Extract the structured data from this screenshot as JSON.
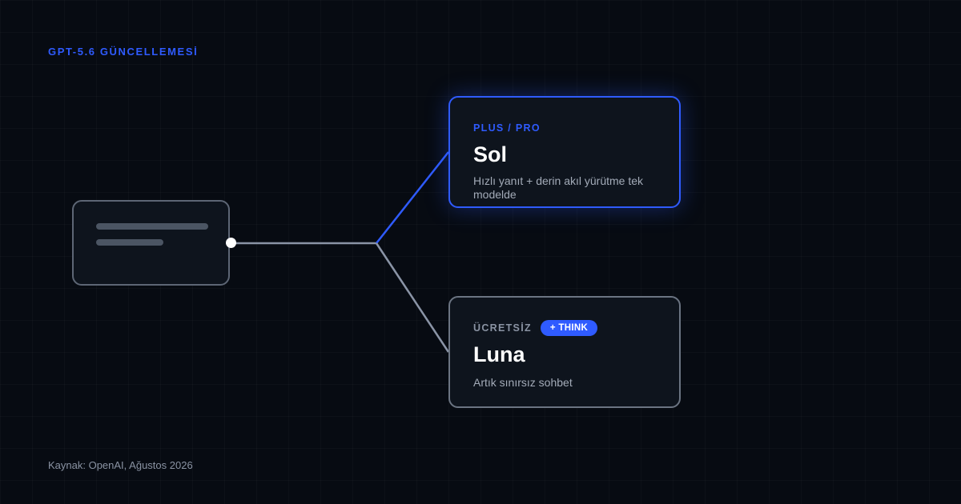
{
  "header": {
    "eyebrow": "GPT-5.6 GÜNCELLEMESİ"
  },
  "diagram": {
    "branches": [
      {
        "id": "sol",
        "tier": "PLUS / PRO",
        "badge": "",
        "model": "Sol",
        "description": "Hızlı yanıt + derin akıl yürütme tek modelde",
        "highlighted": true
      },
      {
        "id": "luna",
        "tier": "ÜCRETSİZ",
        "badge": "+ THINK",
        "model": "Luna",
        "description": "Artık sınırsız sohbet",
        "highlighted": false
      }
    ],
    "colors": {
      "accent": "#2f5bff",
      "neutral_line": "#8a94a6",
      "background": "#070b12",
      "card": "#0e141d"
    }
  },
  "footer": {
    "source": "Kaynak: OpenAI, Ağustos 2026"
  }
}
